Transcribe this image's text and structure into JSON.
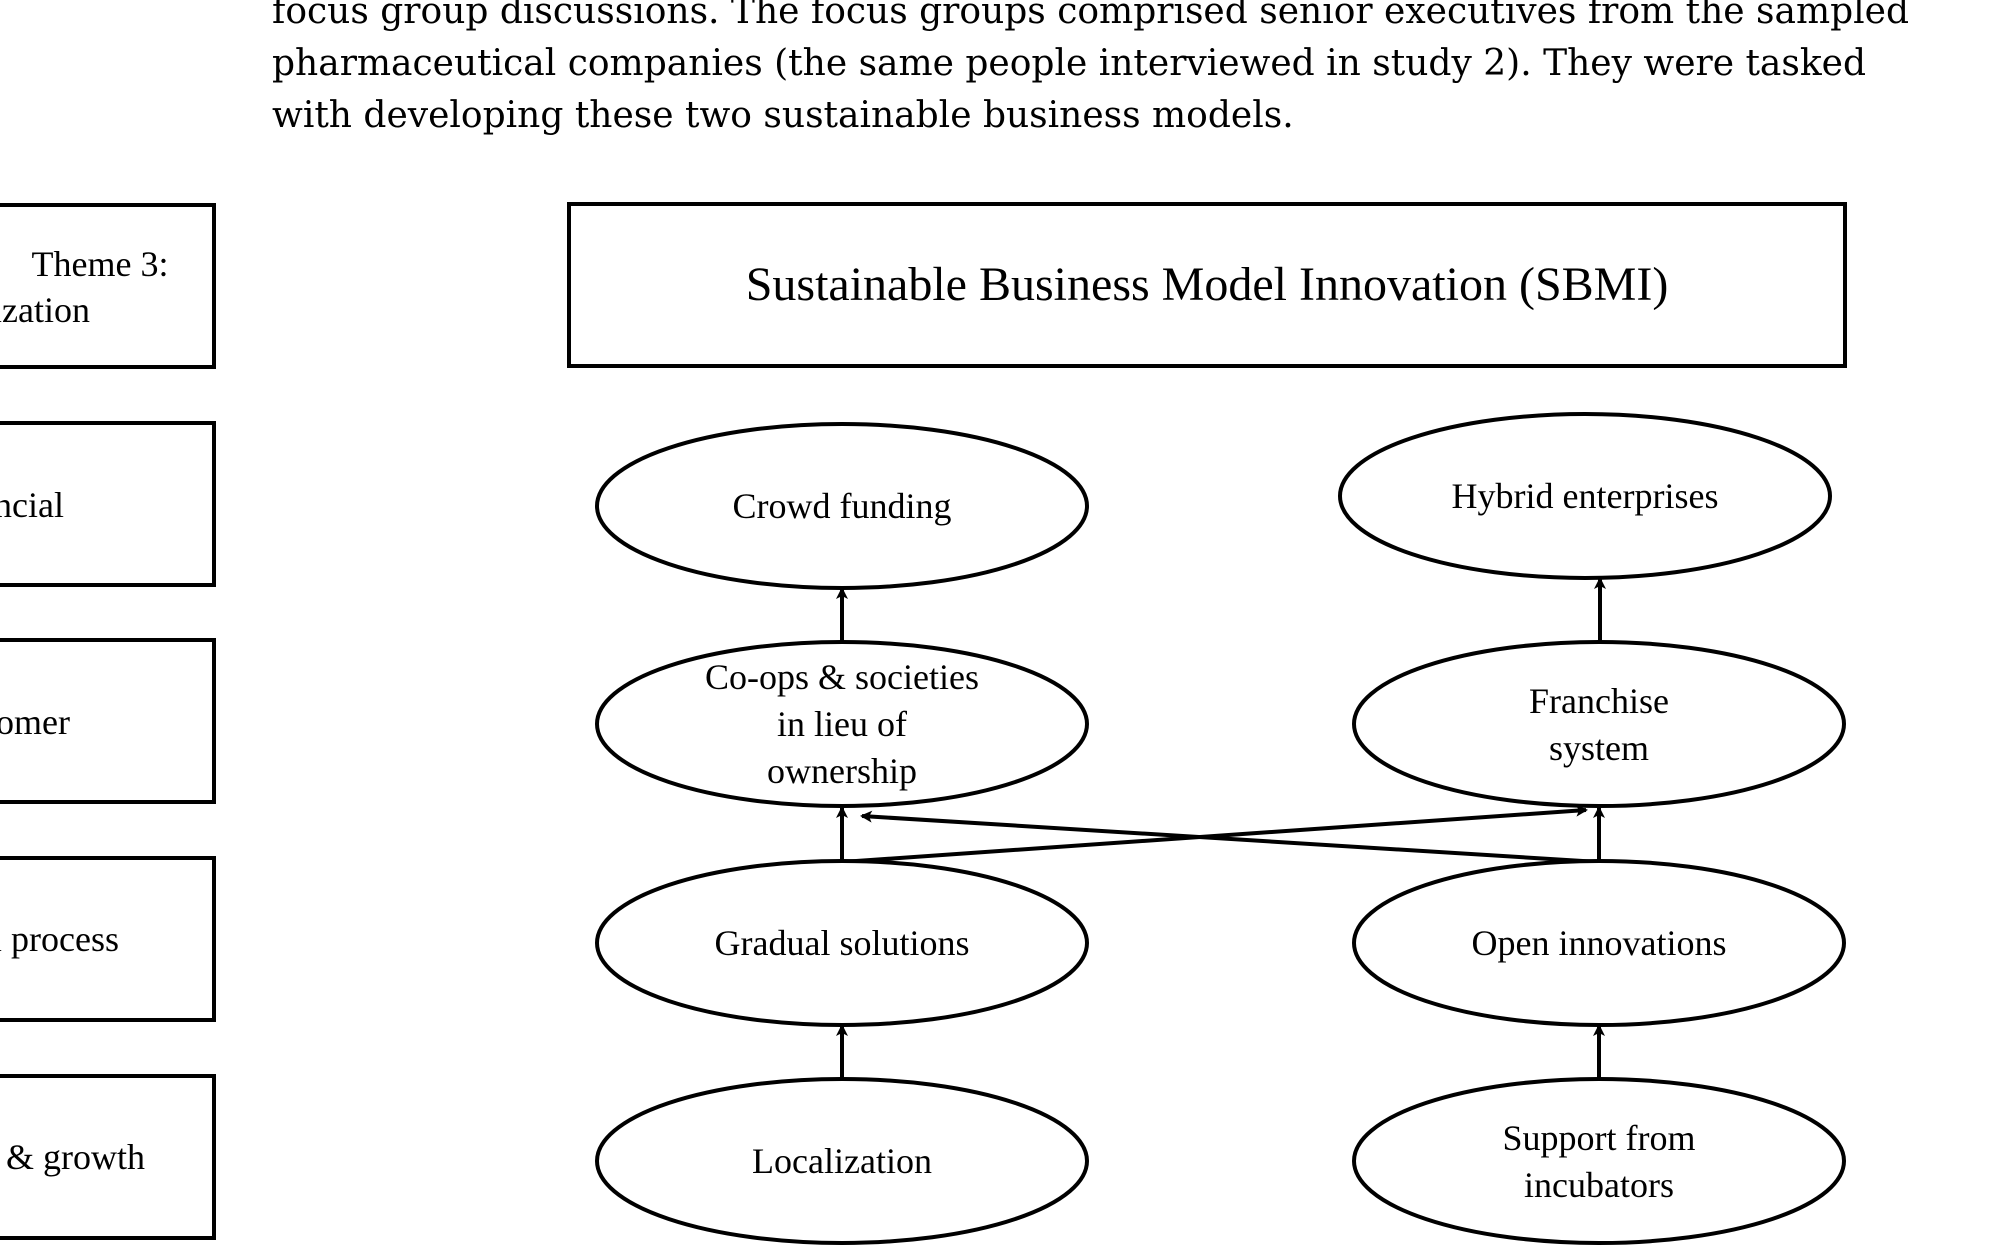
{
  "paragraph": {
    "lines": [
      "focus group discussions. The focus groups comprised senior executives from the sampled",
      "pharmaceutical companies (the same people interviewed in study 2). They were tasked",
      "with developing these two sustainable business models."
    ]
  },
  "left_boxes": [
    {
      "lines": [
        "Theme 3:",
        "ization"
      ]
    },
    {
      "lines": [
        "ncial"
      ]
    },
    {
      "lines": [
        "omer"
      ]
    },
    {
      "lines": [
        "l process"
      ]
    },
    {
      "lines": [
        "& growth"
      ]
    }
  ],
  "sbmi_title": "Sustainable Business Model Innovation (SBMI)",
  "nodes": {
    "crowd_funding": {
      "lines": [
        "Crowd funding"
      ]
    },
    "coops": {
      "lines": [
        "Co-ops & societies",
        "in lieu of",
        "ownership"
      ]
    },
    "gradual_solutions": {
      "lines": [
        "Gradual solutions"
      ]
    },
    "localization": {
      "lines": [
        "Localization"
      ]
    },
    "hybrid_enterprises": {
      "lines": [
        "Hybrid enterprises"
      ]
    },
    "franchise_system": {
      "lines": [
        "Franchise",
        "system"
      ]
    },
    "open_innovations": {
      "lines": [
        "Open innovations"
      ]
    },
    "support_incubators": {
      "lines": [
        "Support from",
        "incubators"
      ]
    }
  },
  "colors": {
    "stroke": "#000000",
    "background": "#ffffff"
  }
}
